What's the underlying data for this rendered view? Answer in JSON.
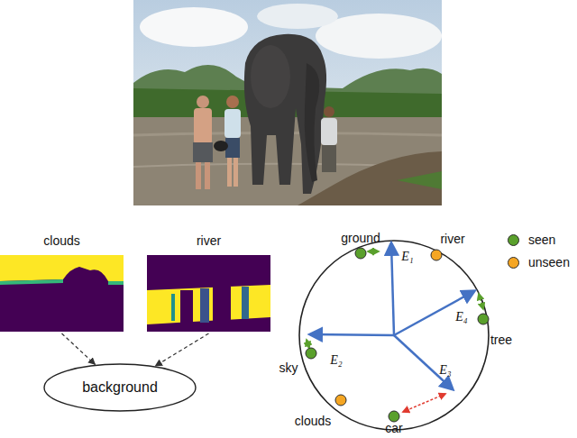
{
  "diagram": {
    "nodes": [
      {
        "text": [
          "clouds"
        ]
      },
      {
        "text": [
          "river"
        ]
      },
      {
        "text": [
          "background"
        ]
      }
    ],
    "edges": [
      {
        "from": 0,
        "to": 2,
        "arrow": "to"
      },
      {
        "from": 1,
        "to": 2,
        "arrow": "to"
      }
    ],
    "labels": [
      "ground",
      "river",
      "tree",
      "car",
      "clouds",
      "sky",
      "E₁",
      "E₂",
      "E₃",
      "E₄"
    ],
    "legend": [
      {
        "text": "seen",
        "color": "#5aa02c"
      },
      {
        "text": "unseen",
        "color": "#f5a623"
      }
    ]
  }
}
